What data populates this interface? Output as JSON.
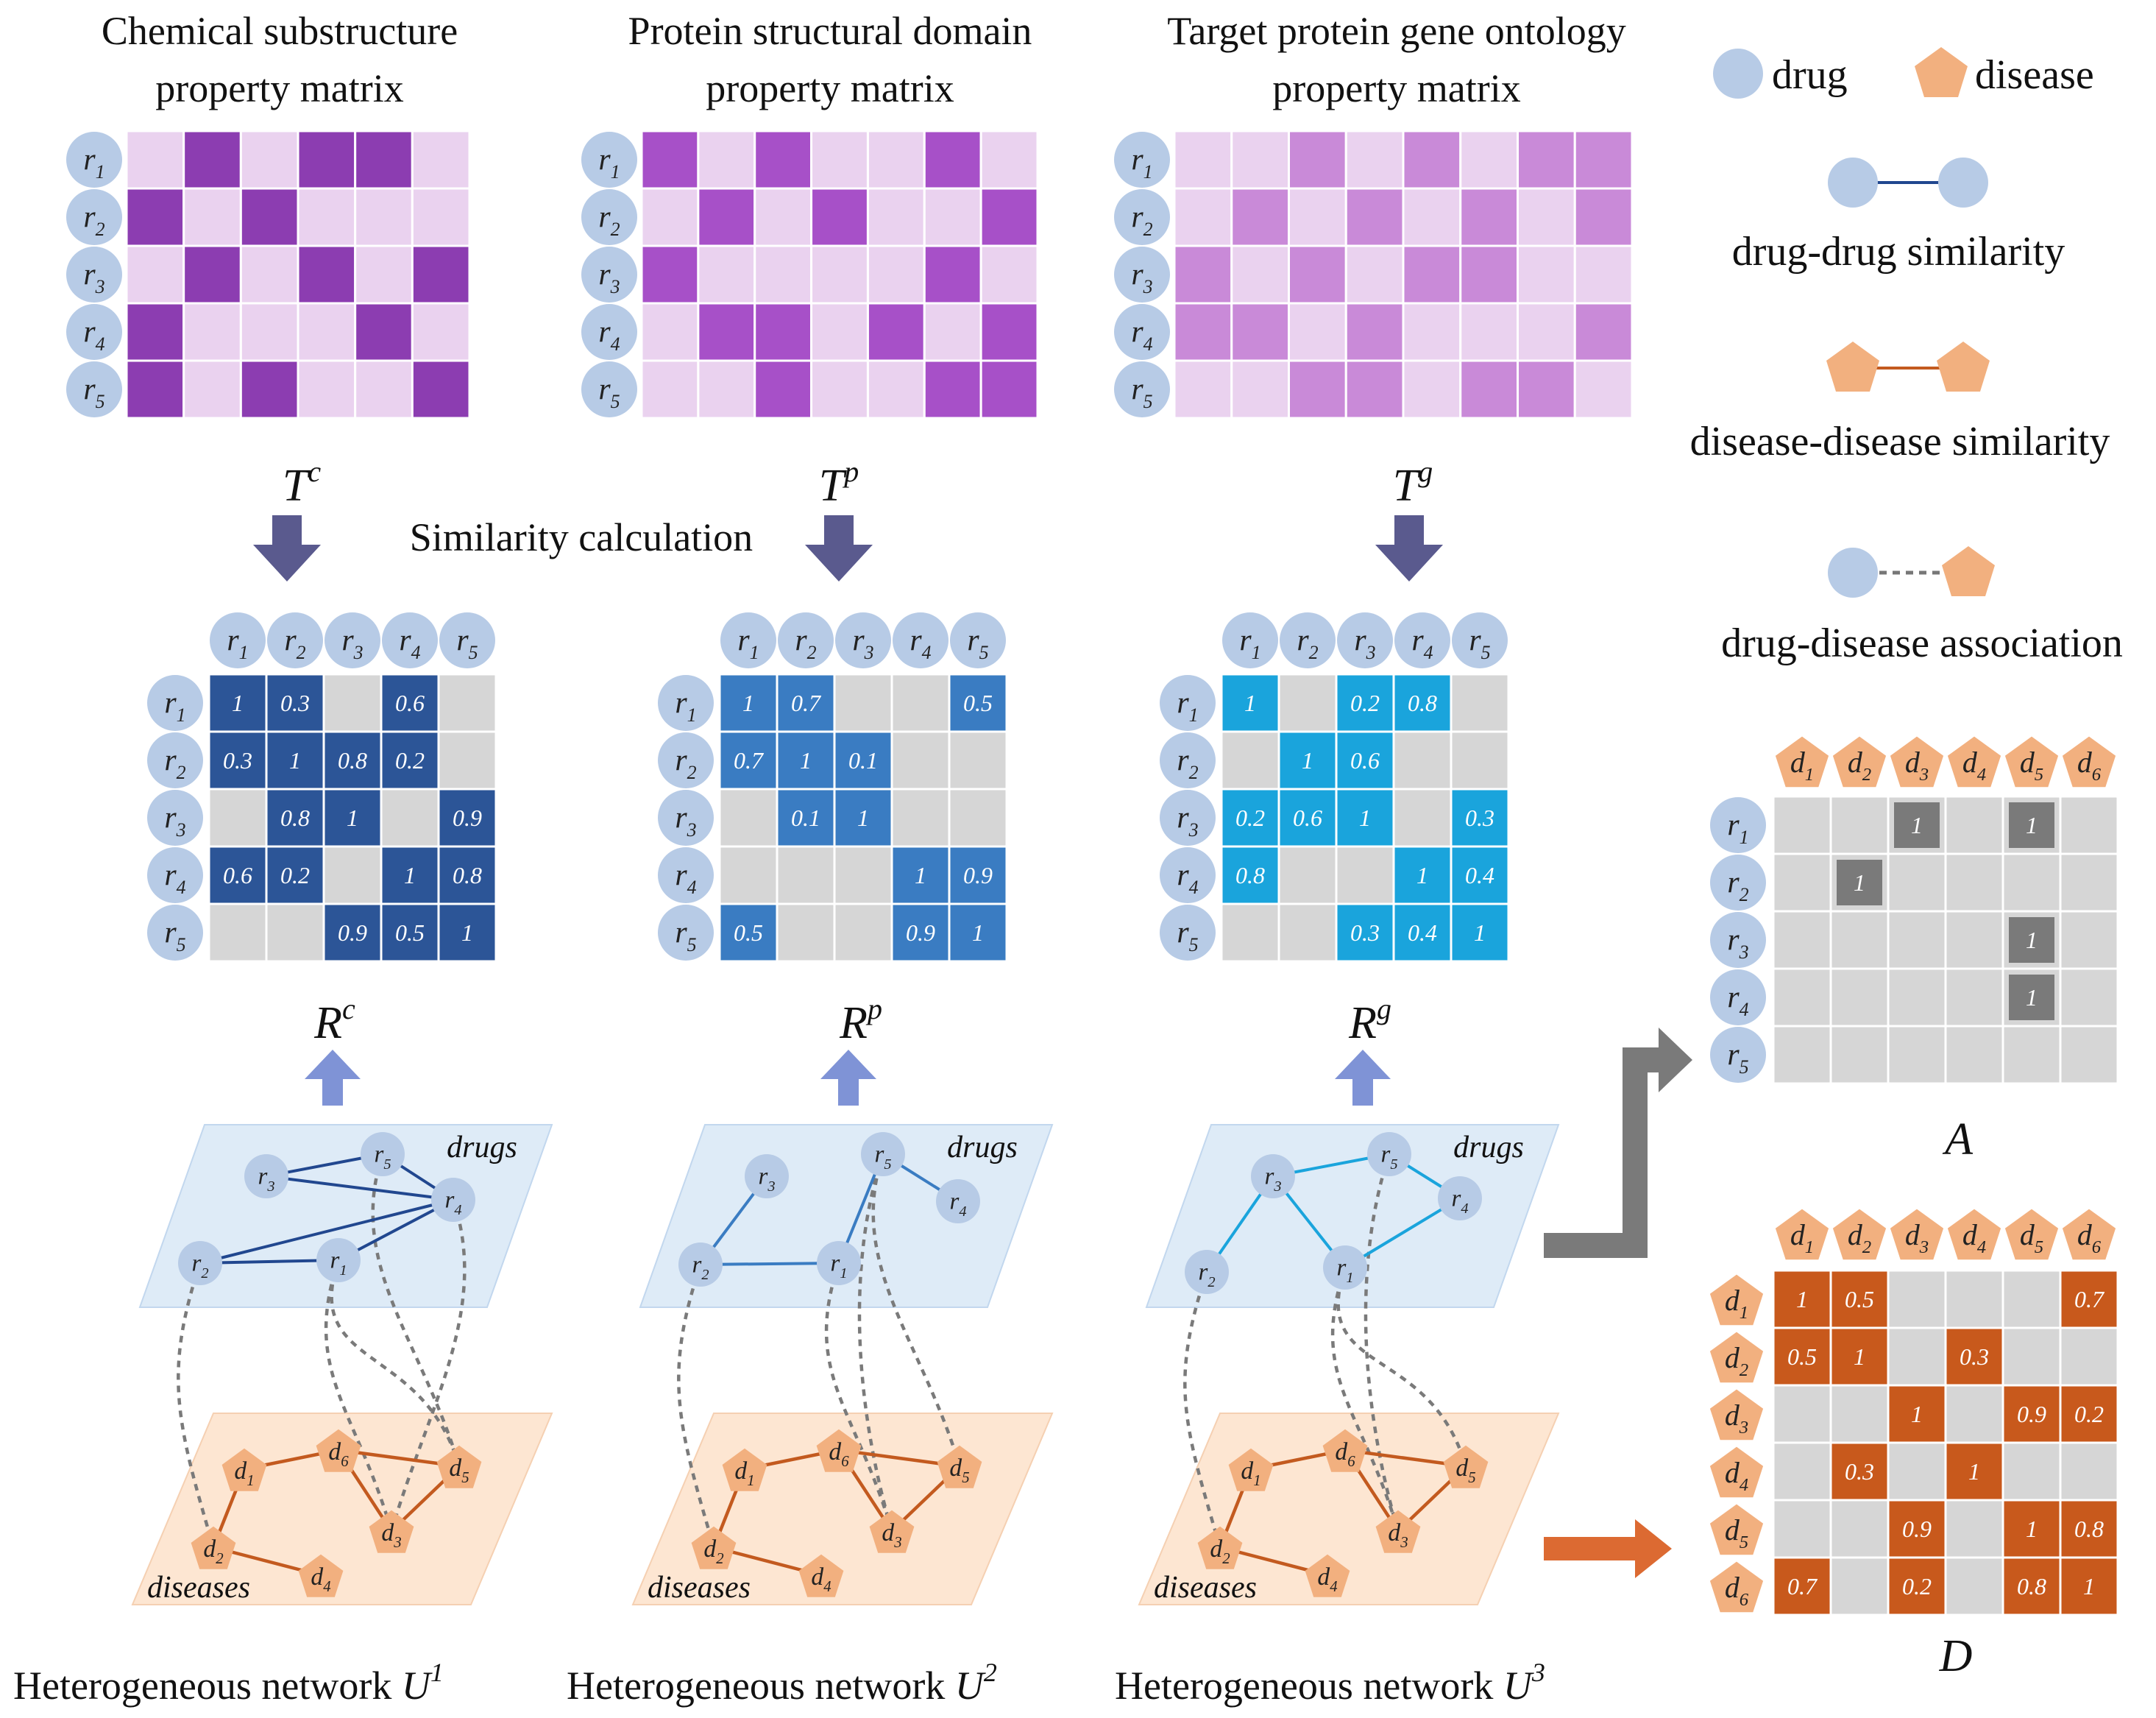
{
  "colors": {
    "drug_node": "#b7cbe6",
    "disease_node": "#f2b07f",
    "purple_dark": "#8c3db1",
    "purple_mid": "#a750c8",
    "purple_soft": "#c98ad8",
    "purple_light": "#ead2ef",
    "blue_dark": "#2c5597",
    "blue_mid": "#3a7cc2",
    "blue_bright": "#1aa4dc",
    "cell_gray": "#d6d6d6",
    "assoc_gray": "#7a7a7a",
    "disease_fill": "#c8591c",
    "drug_edge": "#21478f",
    "disease_edge": "#c35a1f",
    "arrow_purple": "#5a5a8e",
    "arrow_blue": "#7f93d6",
    "arrow_gray": "#7a7a7a",
    "arrow_orange": "#dc6a32",
    "plane_drug": "#deebf7",
    "plane_disease": "#fde6d2"
  },
  "legend": {
    "drug": "drug",
    "disease": "disease",
    "drug_drug": "drug-drug similarity",
    "disease_disease": "disease-disease similarity",
    "drug_disease": "drug-disease association"
  },
  "similarity_label": "Similarity calculation",
  "property_matrices": [
    {
      "title1": "Chemical substructure",
      "title2": "property matrix",
      "symbol": "T",
      "sup": "c",
      "rows": [
        "r1",
        "r2",
        "r3",
        "r4",
        "r5"
      ],
      "pattern": [
        [
          0,
          1,
          0,
          1,
          1,
          0
        ],
        [
          1,
          0,
          1,
          0,
          0,
          0
        ],
        [
          0,
          1,
          0,
          1,
          0,
          1
        ],
        [
          1,
          0,
          0,
          0,
          1,
          0
        ],
        [
          1,
          0,
          1,
          0,
          0,
          1
        ]
      ]
    },
    {
      "title1": "Protein structural domain",
      "title2": "property matrix",
      "symbol": "T",
      "sup": "p",
      "rows": [
        "r1",
        "r2",
        "r3",
        "r4",
        "r5"
      ],
      "pattern": [
        [
          1,
          0,
          1,
          0,
          0,
          1,
          0
        ],
        [
          0,
          1,
          0,
          1,
          0,
          0,
          1
        ],
        [
          1,
          0,
          0,
          0,
          0,
          1,
          0
        ],
        [
          0,
          1,
          1,
          0,
          1,
          0,
          1
        ],
        [
          0,
          0,
          1,
          0,
          0,
          1,
          1
        ]
      ]
    },
    {
      "title1": "Target protein gene ontology",
      "title2": "property matrix",
      "symbol": "T",
      "sup": "g",
      "rows": [
        "r1",
        "r2",
        "r3",
        "r4",
        "r5"
      ],
      "pattern": [
        [
          0,
          0,
          1,
          0,
          1,
          0,
          1,
          1
        ],
        [
          0,
          1,
          0,
          1,
          0,
          1,
          0,
          1
        ],
        [
          1,
          0,
          1,
          0,
          1,
          1,
          0,
          0
        ],
        [
          1,
          1,
          0,
          1,
          0,
          0,
          0,
          1
        ],
        [
          0,
          0,
          1,
          1,
          0,
          1,
          1,
          0
        ]
      ]
    }
  ],
  "similarity_matrices": [
    {
      "symbol": "R",
      "sup": "c",
      "labels": [
        "r1",
        "r2",
        "r3",
        "r4",
        "r5"
      ],
      "values": [
        [
          "1",
          "0.3",
          "",
          "0.6",
          ""
        ],
        [
          "0.3",
          "1",
          "0.8",
          "0.2",
          ""
        ],
        [
          "",
          "0.8",
          "1",
          "",
          "0.9"
        ],
        [
          "0.6",
          "0.2",
          "",
          "1",
          "0.8"
        ],
        [
          "",
          "",
          "0.9",
          "0.5",
          "1"
        ]
      ]
    },
    {
      "symbol": "R",
      "sup": "p",
      "labels": [
        "r1",
        "r2",
        "r3",
        "r4",
        "r5"
      ],
      "values": [
        [
          "1",
          "0.7",
          "",
          "",
          "0.5"
        ],
        [
          "0.7",
          "1",
          "0.1",
          "",
          ""
        ],
        [
          "",
          "0.1",
          "1",
          "",
          ""
        ],
        [
          "",
          "",
          "",
          "1",
          "0.9"
        ],
        [
          "0.5",
          "",
          "",
          "0.9",
          "1"
        ]
      ]
    },
    {
      "symbol": "R",
      "sup": "g",
      "labels": [
        "r1",
        "r2",
        "r3",
        "r4",
        "r5"
      ],
      "values": [
        [
          "1",
          "",
          "0.2",
          "0.8",
          ""
        ],
        [
          "",
          "1",
          "0.6",
          "",
          ""
        ],
        [
          "0.2",
          "0.6",
          "1",
          "",
          "0.3"
        ],
        [
          "0.8",
          "",
          "",
          "1",
          "0.4"
        ],
        [
          "",
          "",
          "0.3",
          "0.4",
          "1"
        ]
      ]
    }
  ],
  "networks": [
    {
      "label": "Heterogeneous network ",
      "symbol": "U",
      "sup": "1",
      "drugs_label": "drugs",
      "diseases_label": "diseases",
      "drug_nodes": [
        "r1",
        "r2",
        "r3",
        "r4",
        "r5"
      ],
      "disease_nodes": [
        "d1",
        "d2",
        "d3",
        "d4",
        "d5",
        "d6"
      ],
      "drug_edges": [
        [
          "r3",
          "r4"
        ],
        [
          "r2",
          "r4"
        ],
        [
          "r2",
          "r1"
        ],
        [
          "r1",
          "r4"
        ],
        [
          "r5",
          "r4"
        ],
        [
          "r3",
          "r5"
        ]
      ],
      "disease_edges": [
        [
          "d1",
          "d6"
        ],
        [
          "d1",
          "d2"
        ],
        [
          "d2",
          "d4"
        ],
        [
          "d6",
          "d5"
        ],
        [
          "d6",
          "d3"
        ],
        [
          "d3",
          "d5"
        ]
      ],
      "associations": [
        [
          "r2",
          "d2"
        ],
        [
          "r1",
          "d3"
        ],
        [
          "r1",
          "d5"
        ],
        [
          "r4",
          "d3"
        ],
        [
          "r5",
          "d5"
        ]
      ]
    },
    {
      "label": "Heterogeneous network ",
      "symbol": "U",
      "sup": "2",
      "drugs_label": "drugs",
      "diseases_label": "diseases",
      "drug_nodes": [
        "r1",
        "r2",
        "r3",
        "r4",
        "r5"
      ],
      "disease_nodes": [
        "d1",
        "d2",
        "d3",
        "d4",
        "d5",
        "d6"
      ],
      "drug_edges": [
        [
          "r3",
          "r2"
        ],
        [
          "r2",
          "r1"
        ],
        [
          "r1",
          "r5"
        ],
        [
          "r5",
          "r4"
        ]
      ],
      "disease_edges": [
        [
          "d1",
          "d6"
        ],
        [
          "d1",
          "d2"
        ],
        [
          "d2",
          "d4"
        ],
        [
          "d6",
          "d5"
        ],
        [
          "d6",
          "d3"
        ],
        [
          "d3",
          "d5"
        ]
      ],
      "associations": [
        [
          "r2",
          "d2"
        ],
        [
          "r1",
          "d3"
        ],
        [
          "r5",
          "d3"
        ],
        [
          "r5",
          "d5"
        ]
      ]
    },
    {
      "label": "Heterogeneous network ",
      "symbol": "U",
      "sup": "3",
      "drugs_label": "drugs",
      "diseases_label": "diseases",
      "drug_nodes": [
        "r1",
        "r2",
        "r3",
        "r4",
        "r5"
      ],
      "disease_nodes": [
        "d1",
        "d2",
        "d3",
        "d4",
        "d5",
        "d6"
      ],
      "drug_edges": [
        [
          "r2",
          "r3"
        ],
        [
          "r3",
          "r5"
        ],
        [
          "r3",
          "r1"
        ],
        [
          "r5",
          "r4"
        ],
        [
          "r1",
          "r4"
        ]
      ],
      "disease_edges": [
        [
          "d1",
          "d6"
        ],
        [
          "d1",
          "d2"
        ],
        [
          "d2",
          "d4"
        ],
        [
          "d6",
          "d5"
        ],
        [
          "d6",
          "d3"
        ],
        [
          "d3",
          "d5"
        ]
      ],
      "associations": [
        [
          "r2",
          "d2"
        ],
        [
          "r1",
          "d3"
        ],
        [
          "r1",
          "d5"
        ],
        [
          "r5",
          "d3"
        ]
      ]
    }
  ],
  "assoc_matrix": {
    "symbol": "A",
    "rows": [
      "r1",
      "r2",
      "r3",
      "r4",
      "r5"
    ],
    "cols": [
      "d1",
      "d2",
      "d3",
      "d4",
      "d5",
      "d6"
    ],
    "values": [
      [
        "",
        "",
        "1",
        "",
        "1",
        ""
      ],
      [
        "",
        "1",
        "",
        "",
        "",
        ""
      ],
      [
        "",
        "",
        "",
        "",
        "1",
        ""
      ],
      [
        "",
        "",
        "",
        "",
        "1",
        ""
      ],
      [
        "",
        "",
        "",
        "",
        "",
        ""
      ]
    ]
  },
  "disease_matrix": {
    "symbol": "D",
    "labels": [
      "d1",
      "d2",
      "d3",
      "d4",
      "d5",
      "d6"
    ],
    "values": [
      [
        "1",
        "0.5",
        "",
        "",
        "",
        "0.7"
      ],
      [
        "0.5",
        "1",
        "",
        "0.3",
        "",
        ""
      ],
      [
        "",
        "",
        "1",
        "",
        "0.9",
        "0.2"
      ],
      [
        "",
        "0.3",
        "",
        "1",
        "",
        ""
      ],
      [
        "",
        "",
        "0.9",
        "",
        "1",
        "0.8"
      ],
      [
        "0.7",
        "",
        "0.2",
        "",
        "0.8",
        "1"
      ]
    ]
  }
}
